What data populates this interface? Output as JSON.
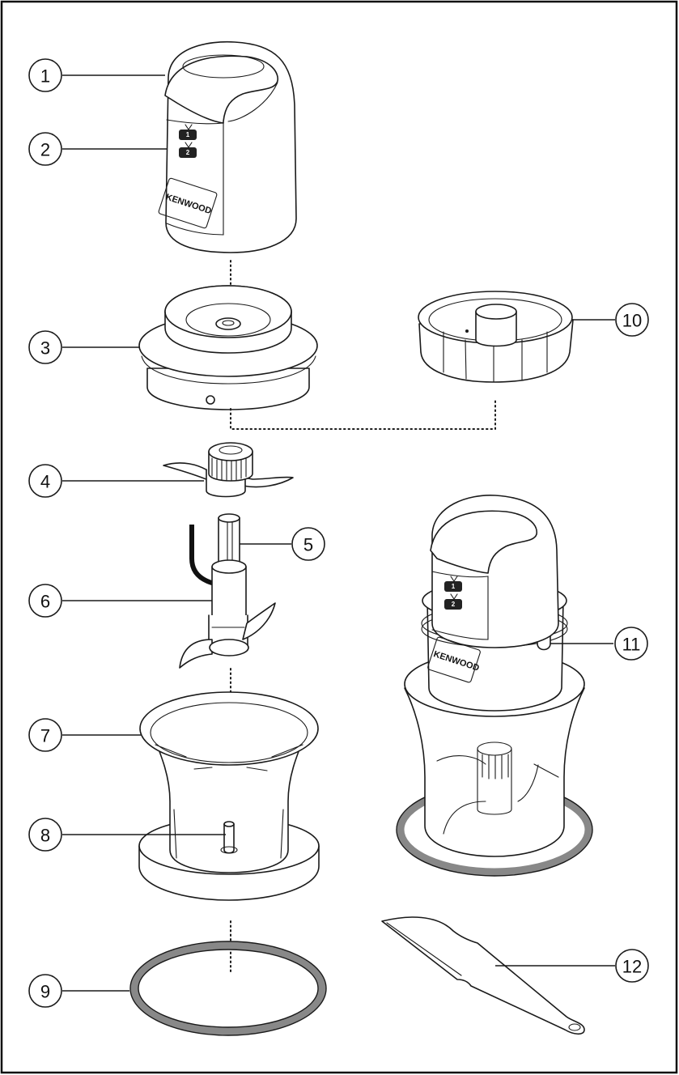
{
  "brand_label": "KENWOOD",
  "speed_marks": [
    "1",
    "2"
  ],
  "callouts": [
    {
      "number": "1",
      "part": "motor-unit"
    },
    {
      "number": "2",
      "part": "speed-buttons"
    },
    {
      "number": "3",
      "part": "lid"
    },
    {
      "number": "4",
      "part": "upper-blade"
    },
    {
      "number": "5",
      "part": "blade-shaft"
    },
    {
      "number": "6",
      "part": "lower-blade"
    },
    {
      "number": "7",
      "part": "bowl"
    },
    {
      "number": "8",
      "part": "bowl-spindle"
    },
    {
      "number": "9",
      "part": "non-slip-base-ring"
    },
    {
      "number": "10",
      "part": "storage-lid"
    },
    {
      "number": "11",
      "part": "assembled-chopper"
    },
    {
      "number": "12",
      "part": "spatula"
    }
  ]
}
